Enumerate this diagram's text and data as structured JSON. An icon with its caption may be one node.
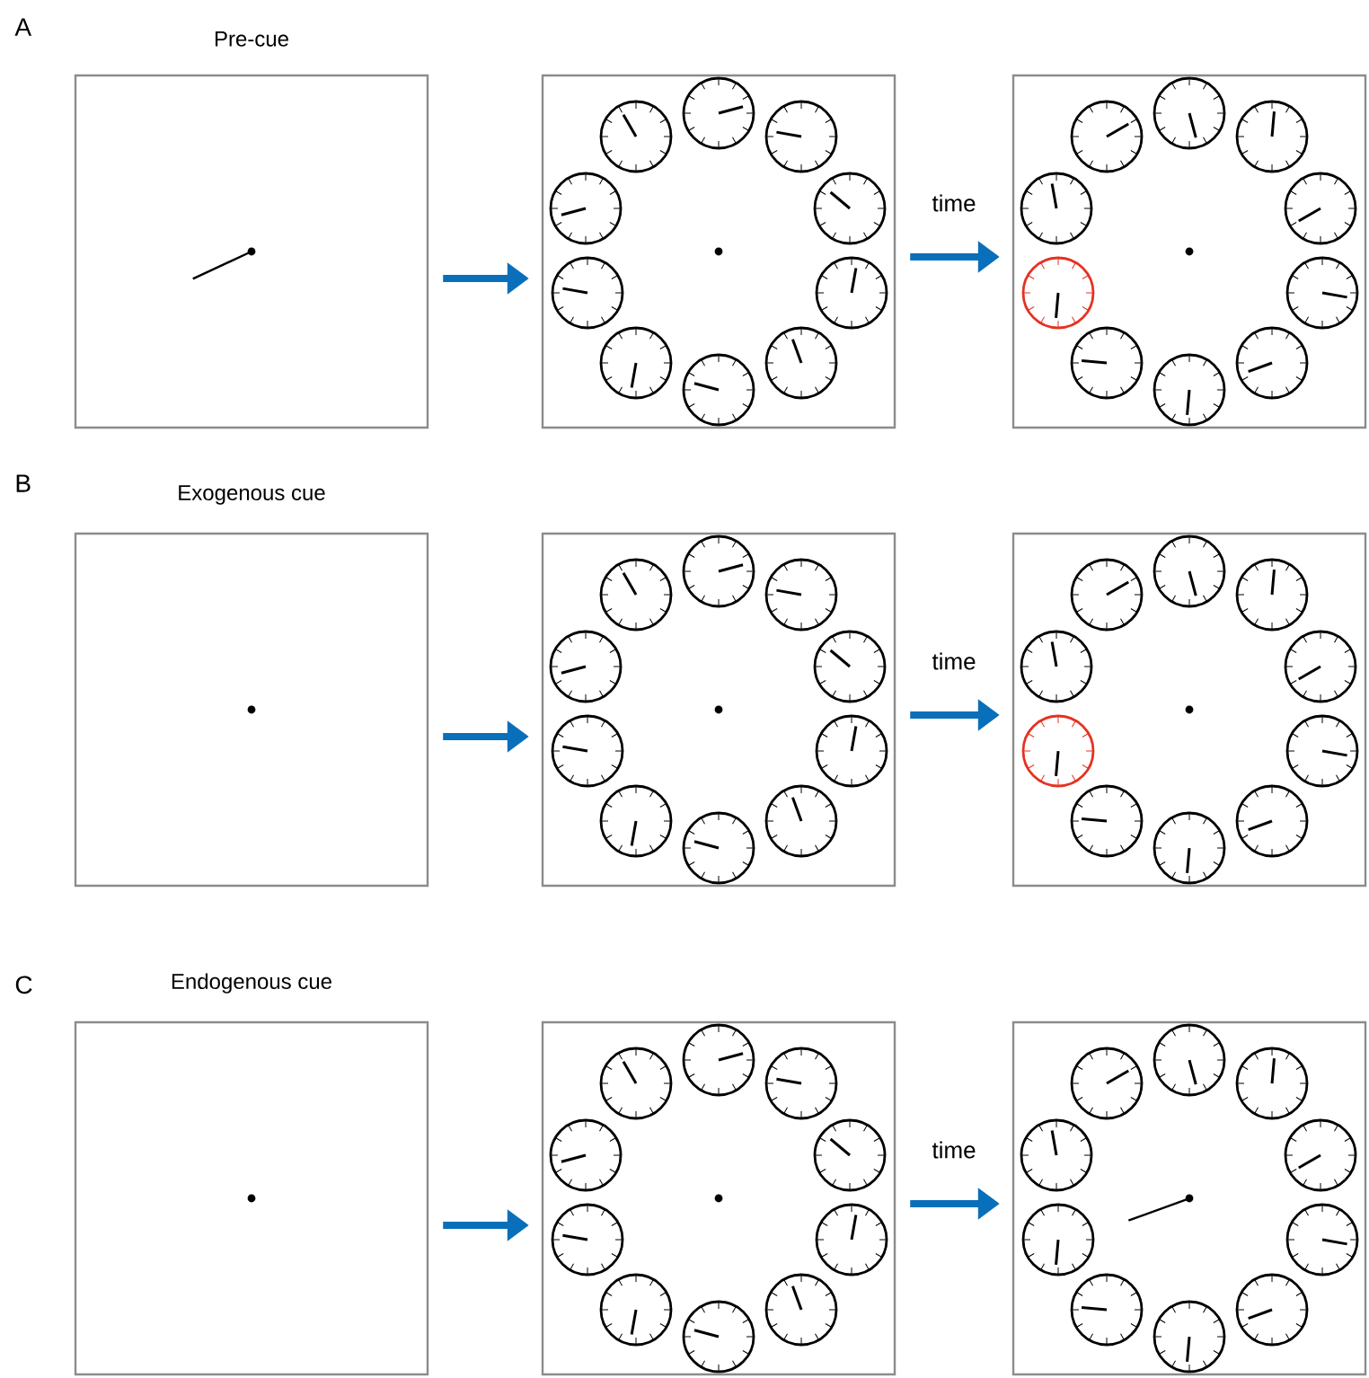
{
  "diagram": {
    "nodes": [
      {
        "text": [
          "Pre-cue"
        ]
      },
      {
        "text": [],
        "shape": "box"
      },
      {
        "text": [],
        "shape": "box"
      },
      {
        "text": [
          "Exogenous cue"
        ]
      },
      {
        "text": [],
        "shape": "box"
      },
      {
        "text": [],
        "shape": "box"
      },
      {
        "text": [
          "Endogenous cue"
        ]
      },
      {
        "text": [],
        "shape": "box"
      },
      {
        "text": [],
        "shape": "box"
      }
    ],
    "edges": [
      {
        "from": 0,
        "to": 1,
        "arrow": "to"
      },
      {
        "from": 1,
        "to": 2,
        "arrow": "to",
        "label": "time"
      },
      {
        "from": 3,
        "to": 4,
        "arrow": "to"
      },
      {
        "from": 4,
        "to": 5,
        "arrow": "to",
        "label": "time"
      },
      {
        "from": 6,
        "to": 7,
        "arrow": "to"
      },
      {
        "from": 7,
        "to": 8,
        "arrow": "to",
        "label": "time"
      }
    ],
    "labels": [
      "A",
      "B",
      "C"
    ]
  }
}
